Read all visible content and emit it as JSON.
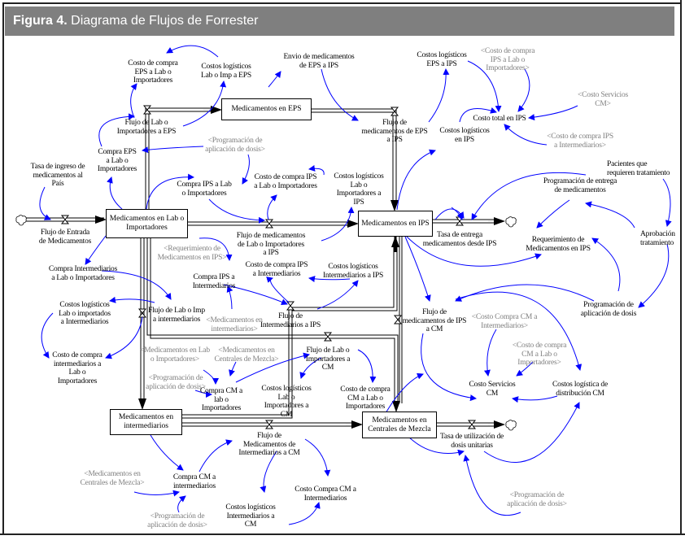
{
  "title": {
    "figure": "Figura 4.",
    "text": " Diagrama de Flujos de Forrester"
  },
  "colors": {
    "causal_link": "#0000ff",
    "shadow_variable": "#808080",
    "title_bar": "#7f7f7f"
  },
  "stocks": {
    "eps": "Medicamentos en EPS",
    "lab": "Medicamentos en Lab o\nImportadores",
    "ips": "Medicamentos en IPS",
    "intermediarios": "Medicamentos en\nintermediarios",
    "cm": "Medicamentos en\nCentrales de Mezcla"
  },
  "variables": {
    "costo_compra_eps_lab": "Costo de compra\nEPS a Lab o\nImportadores",
    "costos_log_lab_eps": "Costos logísticos\nLab o Imp a EPS",
    "envio_eps_ips": "Envio de medicamentos\nde EPS a IPS",
    "costos_log_eps_ips": "Costos logísticos\nEPS a IPS",
    "costo_total_ips": "Costo total en IPS",
    "costos_log_ips": "Costos logísticos\nen IPS",
    "flujo_lab_eps": "Flujo de Lab o\nImportadores a EPS",
    "flujo_eps_ips": "Flujo de\nmedicamentos de EPS\na IPS",
    "compra_eps_lab": "Compra EPS\na Lab o\nImportadores",
    "tasa_ingreso": "Tasa de ingreso de\nmedicamentos al\nPaís",
    "compra_ips_lab": "Compra IPS a Lab\no Importadores",
    "costo_compra_ips_lab": "Costo de compra IPS\na Lab o Importadores",
    "costos_log_lab_ips": "Costos logísticos\nLab o\nImportadores a\nIPS",
    "pacientes": "Pacientes que\nrequieren tratamiento",
    "prog_entrega": "Programación de entrega\nde medicamentos",
    "aprobacion": "Aprobación\ntratamiento",
    "flujo_entrada": "Flujo de Entrada\nde Medicamentos",
    "flujo_lab_ips": "Flujo de medicamentos\nde Lab o Importadores\na IPS",
    "tasa_entrega": "Tasa de entrega\nmedicamentos desde IPS",
    "requerimiento_ips": "Requerimiento de\nMedicamentos en IPS",
    "compra_int_lab": "Compra Intermediarios\na Lab o Importadores",
    "compra_ips_int": "Compra IPS a\nIntermediarios",
    "costo_compra_ips_int": "Costo de compra IPS\na Intermediarios",
    "costos_log_int_ips": "Costos logísticos\nIntermediarios a IPS",
    "prog_aplicacion": "Programación de\naplicación de dosis",
    "costos_log_lab_int": "Costos logísticos\nLab o importados\na Intermediarios",
    "flujo_lab_int": "Flujo de Lab o Imp\na intermediarios",
    "flujo_int_ips": "Flujo de\nIntermediarios a IPS",
    "flujo_ips_cm": "Flujo de\nmedicamentos de IPS\na CM",
    "costo_compra_int_lab": "Costo de compra\nintermediarios a\nLab o\nImportadores",
    "flujo_lab_cm": "Flujo de Lab o\nImportadores a\nCM",
    "compra_cm_lab": "Compra CM a\nlab o\nImportadores",
    "costos_log_lab_cm": "Costos logísticos\nLab o\nImportadores a\nCM",
    "costo_compra_cm_lab": "Costo de compra\nCM a Lab o\nImportadores",
    "costo_servicios_cm": "Costo Servicios\nCM",
    "costos_log_dist_cm": "Costos logística de\ndistribución CM",
    "flujo_int_cm": "Flujo de\nMedicamentos de\nIntermediarios a CM",
    "tasa_utilizacion": "Tasa de utilización de\ndosis unitarias",
    "compra_cm_int": "Compra CM a\nintermediarios",
    "costo_compra_cm_int": "Costo Compra CM a\nIntermediarios",
    "costos_log_int_cm": "Costos logísticos\nIntermediarios a\nCM"
  },
  "shadow_variables": {
    "costo_compra_ips_lab": "<Costo de compra\nIPS a Lab o\nImportadores>",
    "costo_servicios_cm": "<Costo Servicios\nCM>",
    "costo_compra_ips_int": "<Costo de compra IPS\na Intermediarios>",
    "prog_aplicacion_1": "<Programación de\naplicación de dosis>",
    "requerimiento_ips": "<Requerimiento de\nMedicamentos en IPS>",
    "med_intermediarios": "<Medicamentos en\nintermediarios>",
    "costo_compra_cm_int": "<Costo Compra CM a\nIntermediarios>",
    "costo_compra_cm_lab": "<Costo de compra\nCM a Lab o\nImportadores>",
    "med_lab": "<Medicamentos en Lab\no Importadores>",
    "med_cm_1": "<Medicamentos en\nCentrales de Mezcla>",
    "prog_aplicacion_2": "<Programación de\naplicación de dosis>",
    "med_cm_2": "<Medicamentos en\nCentrales de Mezcla>",
    "prog_aplicacion_3": "<Programación de\naplicación de dosis>",
    "prog_aplicacion_4": "<Programación de\naplicación de dosis>"
  }
}
